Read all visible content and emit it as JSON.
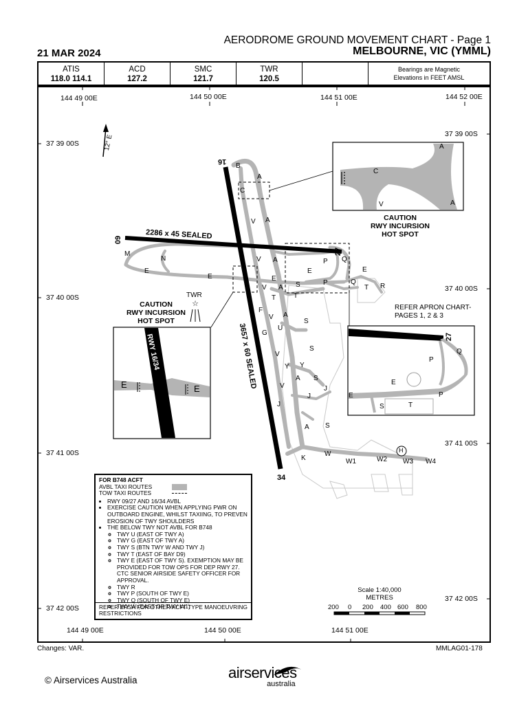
{
  "header": {
    "chart_title": "AERODROME GROUND MOVEMENT CHART - Page 1",
    "aerodrome": "MELBOURNE, VIC (YMML)",
    "date": "21 MAR 2024"
  },
  "frequencies": [
    {
      "name": "ATIS",
      "value": "118.0  114.1"
    },
    {
      "name": "ACD",
      "value": "127.2"
    },
    {
      "name": "SMC",
      "value": "121.7"
    },
    {
      "name": "TWR",
      "value": "120.5"
    },
    {
      "name": "",
      "value": ""
    }
  ],
  "bearing_note": {
    "line1": "Bearings are Magnetic",
    "line2": "Elevations in FEET AMSL"
  },
  "coordinates": {
    "top_1": "144 49 00E",
    "top_2": "144 50 00E",
    "top_3": "144 51 00E",
    "top_4": "144 52 00E",
    "bottom_1": "144 49 00E",
    "bottom_2": "144 50 00E",
    "bottom_3": "144 51 00E",
    "left_1": "37 39 00S",
    "left_2": "37 40 00S",
    "left_3": "37 41 00S",
    "left_4": "37 42 00S",
    "right_1": "37 39 00S",
    "right_2": "37 40 00S",
    "right_3": "37 41 00S",
    "right_4": "37 42 00S"
  },
  "north_arrow": {
    "variation": "12° E"
  },
  "runways": {
    "rwy_09_27": {
      "dimensions": "2286 x 45 SEALED",
      "end_west": "09",
      "end_east": "27"
    },
    "rwy_16_34": {
      "dimensions": "3657 x 60 SEALED",
      "end_north": "16",
      "end_south": "34"
    }
  },
  "taxiways": {
    "B": "B",
    "A1": "A",
    "C": "C",
    "V1": "V",
    "A2": "A",
    "M": "M",
    "N": "N",
    "E1": "E",
    "E2": "E",
    "V2": "V",
    "A3": "A",
    "E3": "E",
    "P1": "P",
    "Q1": "Q",
    "E4": "E",
    "S1": "S",
    "P2": "P",
    "Q2": "Q",
    "E5": "E",
    "T1": "T",
    "R": "R",
    "V3": "V",
    "A4": "A",
    "T2": "T",
    "T3": "T",
    "F": "F",
    "V4": "V",
    "A5": "A",
    "U": "U",
    "S2": "S",
    "G": "G",
    "S3": "S",
    "V5": "V",
    "Y1": "Y",
    "Y2": "Y",
    "A6": "A",
    "S4": "S",
    "J1": "J",
    "J2": "J",
    "V6": "V",
    "J3": "J",
    "A7": "A",
    "S5": "S",
    "K": "K",
    "W": "W",
    "W1": "W1",
    "W2": "W2",
    "W3": "W3",
    "W4": "W4",
    "H": "H"
  },
  "inset_top": {
    "A1": "A",
    "C": "C",
    "V": "V",
    "A2": "A"
  },
  "inset_left": {
    "runway_label": "RWY 16/34",
    "E_left": "E",
    "E_right": "E"
  },
  "inset_right": {
    "rwy_end": "27",
    "P1": "P",
    "Q": "Q",
    "E1": "E",
    "E2": "E",
    "S": "S",
    "T": "T",
    "P2": "P"
  },
  "hotspot_1": {
    "line1": "CAUTION",
    "line2": "RWY INCURSION",
    "line3": "HOT SPOT"
  },
  "hotspot_2": {
    "line1": "CAUTION",
    "line2": "RWY INCURSION",
    "line3": "HOT SPOT"
  },
  "tower_label": "TWR",
  "apron_ref": {
    "line1": "REFER APRON CHART-",
    "line2": "PAGES 1, 2 & 3"
  },
  "legend": {
    "heading": "FOR B748 ACFT",
    "avbl": "AVBL TAXI ROUTES",
    "tow": "TOW TAXI ROUTES",
    "bullet1": "RWY 09/27 AND 16/34 AVBL",
    "bullet2": "EXERCISE CAUTION WHEN APPLYING PWR ON OUTBOARD ENGINE, WHILST TAXIING, TO PREVEN EROSION OF TWY SHOULDERS",
    "bullet3": "THE BELOW TWY NOT AVBL FOR B748",
    "sub": [
      "TWY U (EAST OF TWY A)",
      "TWY G (EAST OF TWY A)",
      "TWY S (BTN TWY W AND TWY J)",
      "TWY T (EAST OF BAY D9)",
      "TWY E (EAST OF TWY S). EXEMPTION MAY BE PROVIDED FOR TOW OPS FOR DEP RWY 27. CTC SENIOR AIRSIDE SAFETY OFFICER FOR APPROVAL.",
      "TWY R",
      "TWY P (SOUTH OF TWY E)",
      "TWY Q (SOUTH OF TWY E)",
      "TWY W (EAST OF TWY W1)"
    ],
    "footer": "REFER ERSA FOR OTHER ACFT TYPE MANOEUVRING RESTRICTIONS"
  },
  "scale": {
    "title": "Scale 1:40,000",
    "unit": "METRES",
    "ticks": [
      "200",
      "0",
      "200",
      "400",
      "600",
      "800"
    ]
  },
  "footer": {
    "changes": "Changes: VAR.",
    "doc_id": "MMLAG01-178",
    "copyright": "© Airservices Australia",
    "logo_main": "airservices",
    "logo_sub": "australia"
  }
}
